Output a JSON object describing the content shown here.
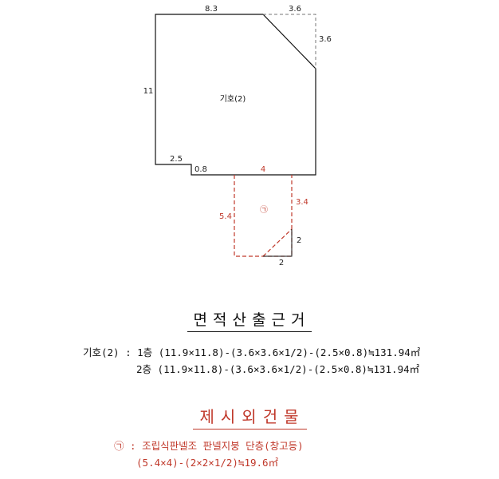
{
  "plan": {
    "main_dims": {
      "top": "8.3",
      "top_cut": "3.6",
      "right_cut": "3.6",
      "left": "11",
      "bottom_step": "2.5",
      "step_height": "0.8",
      "bottom_right": "4"
    },
    "main_label": "기호(2)",
    "annex_dims": {
      "left": "5.4",
      "right": "3.4",
      "corner_height": "2",
      "corner_width": "2"
    },
    "annex_label": "㉠"
  },
  "calculation": {
    "title": "면적산출근거",
    "lines": [
      "기호(2) : 1층 (11.9×11.8)-(3.6×3.6×1/2)-(2.5×0.8)≒131.94㎡",
      "2층 (11.9×11.8)-(3.6×3.6×1/2)-(2.5×0.8)≒131.94㎡"
    ]
  },
  "external": {
    "title": "제시외건물",
    "lines": [
      "㉠ : 조립식판넬조 판넬지붕 단층(창고등)",
      "(5.4×4)-(2×2×1/2)≒19.6㎡"
    ]
  },
  "colors": {
    "main_line": "#111111",
    "annex_line": "#c0392b",
    "dashed_gray": "#777777"
  }
}
